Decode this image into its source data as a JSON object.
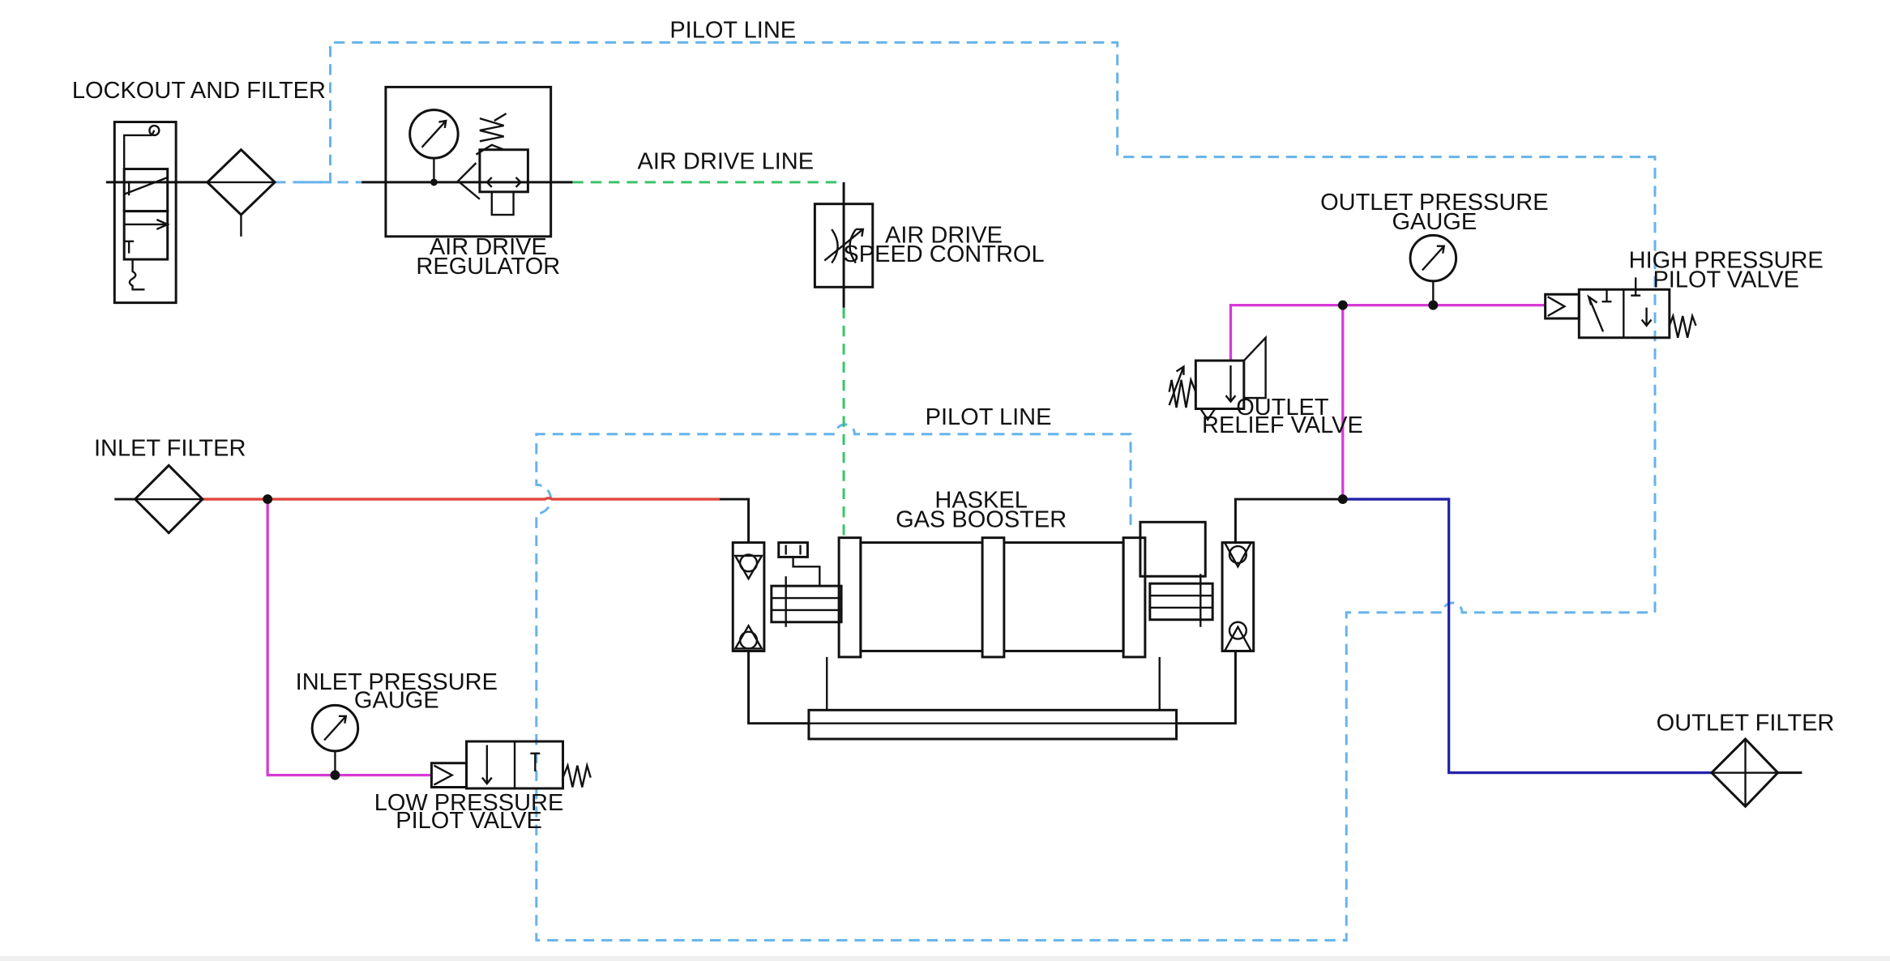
{
  "labels": {
    "pilot_line_top": "PILOT LINE",
    "lockout_filter": "LOCKOUT AND FILTER",
    "air_drive_regulator": [
      "AIR DRIVE",
      "REGULATOR"
    ],
    "air_drive_line": "AIR DRIVE LINE",
    "air_drive_speed_control": [
      "AIR DRIVE",
      "SPEED CONTROL"
    ],
    "outlet_pressure_gauge": [
      "OUTLET PRESSURE",
      "GAUGE"
    ],
    "high_pressure_pilot_valve": [
      "HIGH PRESSURE",
      "PILOT VALVE"
    ],
    "outlet_relief_valve": [
      "OUTLET",
      "RELIEF VALVE"
    ],
    "pilot_line_mid": "PILOT LINE",
    "inlet_filter": "INLET FILTER",
    "haskel_gas_booster": [
      "HASKEL",
      "GAS BOOSTER"
    ],
    "inlet_pressure_gauge": [
      "INLET PRESSURE",
      "GAUGE"
    ],
    "low_pressure_pilot_valve": [
      "LOW PRESSURE",
      "PILOT VALVE"
    ],
    "outlet_filter": "OUTLET FILTER"
  },
  "colors": {
    "pilot_line": "#66b3ea",
    "air_drive_line": "#39c46a",
    "inlet_line": "#e0453a",
    "pilot_supply_line": "#d63ad6",
    "outlet_line": "#2222aa",
    "symbol": "#111111"
  }
}
